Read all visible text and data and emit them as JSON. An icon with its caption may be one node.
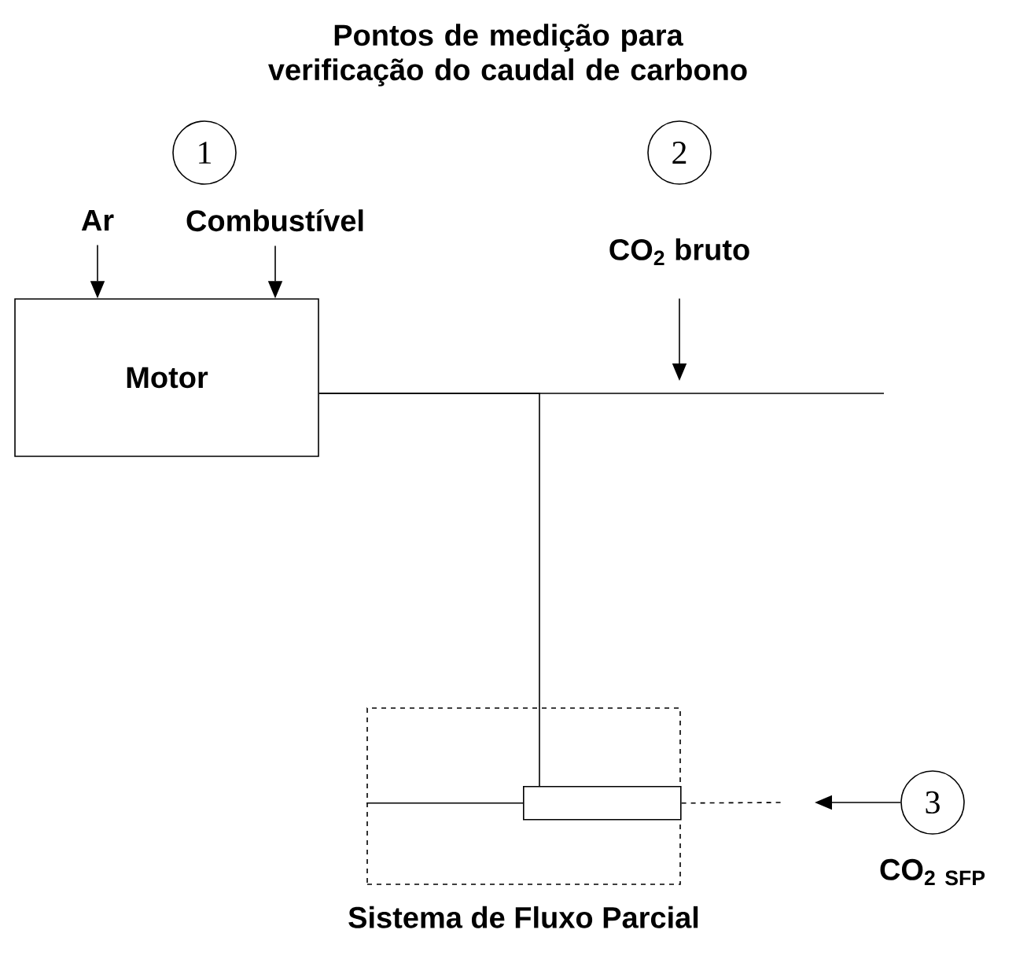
{
  "diagram": {
    "title": "Pontos de medição para verificação do caudal de carbono",
    "nodes": [
      {
        "text": [
          "Motor"
        ]
      },
      {
        "text": [
          "1"
        ]
      },
      {
        "text": [
          "2"
        ]
      },
      {
        "text": [
          "3"
        ],
        "beside": [
          "CO$_{2}$ $_{SFP}$"
        ]
      },
      {
        "text": [
          "Ar"
        ]
      },
      {
        "text": [
          "Combustível"
        ]
      },
      {
        "text": [
          "CO$_{2}$ bruto"
        ]
      },
      {
        "text": [
          "Sistema de Fluxo Parcial"
        ]
      },
      {
        "text": [],
        "shape": "box",
        "in": 7
      }
    ],
    "edges": [
      {
        "from": 4,
        "to": 0,
        "arrow": "to"
      },
      {
        "from": 5,
        "to": 0,
        "arrow": "to"
      },
      {
        "from": 6,
        "to": null,
        "arrow": "to"
      },
      {
        "from": 0,
        "to": null,
        "arrow": "none"
      },
      {
        "from": 0,
        "to": 8,
        "arrow": "none"
      },
      {
        "from": 7,
        "to": 8,
        "arrow": "none"
      },
      {
        "from": 8,
        "to": null,
        "arrow": "none",
        "style": "dashed"
      },
      {
        "from": 3,
        "to": null,
        "arrow": "to"
      }
    ]
  }
}
